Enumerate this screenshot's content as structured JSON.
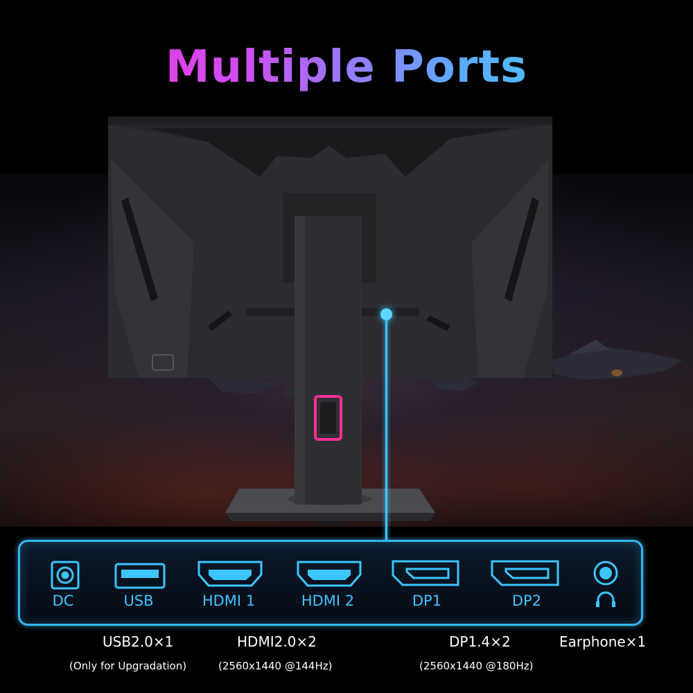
{
  "title": "Multiple Ports",
  "ports": [
    {
      "label": "DC",
      "icon": "dc-power-icon"
    },
    {
      "label": "USB",
      "icon": "usb-port-icon"
    },
    {
      "label": "HDMI 1",
      "icon": "hdmi-port-icon"
    },
    {
      "label": "HDMI 2",
      "icon": "hdmi-port-icon"
    },
    {
      "label": "DP1",
      "icon": "displayport-icon"
    },
    {
      "label": "DP2",
      "icon": "displayport-icon"
    },
    {
      "label": "",
      "icon": "headphones-icon"
    }
  ],
  "specs": {
    "usb": "USB2.0×1",
    "usb_note": "(Only for Upgradation)",
    "hdmi": "HDMI2.0×2",
    "hdmi_note": "(2560x1440 @144Hz)",
    "dp": "DP1.4×2",
    "dp_note": "(2560x1440 @180Hz)",
    "earphone": "Earphone×1"
  },
  "colors": {
    "accent": "#36b6ee",
    "title_gradient": [
      "#ff2ad8",
      "#32e2ff"
    ],
    "monitor_body": "#2a2a2d",
    "pink_accent": "#ff2d96"
  }
}
